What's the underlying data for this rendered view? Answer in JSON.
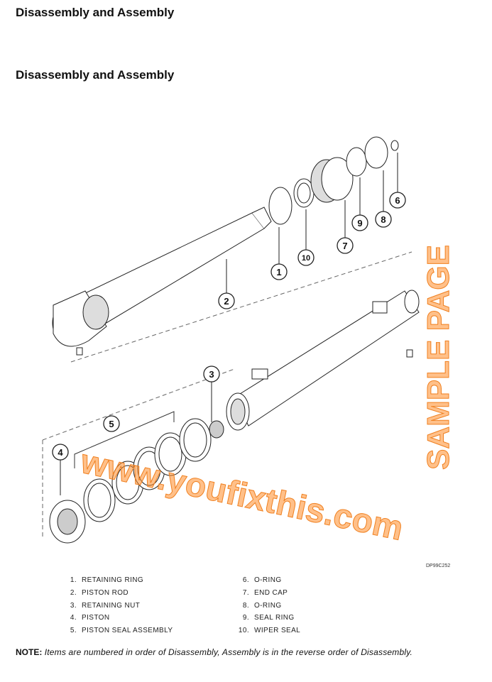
{
  "header": {
    "title": "Disassembly and Assembly",
    "section_title": "Disassembly and Assembly"
  },
  "figure": {
    "code": "DP99C252",
    "callouts": [
      "1",
      "2",
      "3",
      "4",
      "5",
      "6",
      "7",
      "8",
      "9",
      "10"
    ]
  },
  "legend": {
    "left": [
      {
        "n": "1.",
        "label": "RETAINING RING"
      },
      {
        "n": "2.",
        "label": "PISTON ROD"
      },
      {
        "n": "3.",
        "label": "RETAINING NUT"
      },
      {
        "n": "4.",
        "label": "PISTON"
      },
      {
        "n": "5.",
        "label": "PISTON SEAL ASSEMBLY"
      }
    ],
    "right": [
      {
        "n": "6.",
        "label": "O-RING"
      },
      {
        "n": "7.",
        "label": "END CAP"
      },
      {
        "n": "8.",
        "label": "O-RING"
      },
      {
        "n": "9.",
        "label": "SEAL RING"
      },
      {
        "n": "10.",
        "label": "WIPER SEAL"
      }
    ]
  },
  "note": {
    "label": "NOTE:",
    "text": "Items are numbered in order of Disassembly, Assembly is in the reverse order of Disassembly."
  },
  "watermark": {
    "url": "www.youfixthis.com",
    "sample": "SAMPLE PAGE"
  }
}
